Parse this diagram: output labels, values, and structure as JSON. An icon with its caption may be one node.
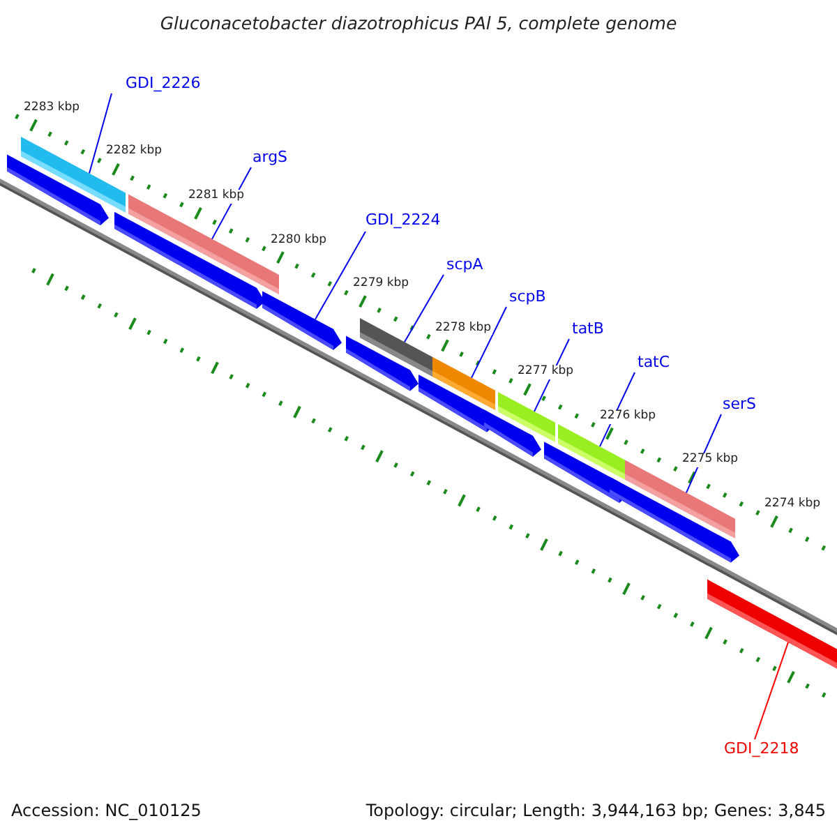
{
  "diagram": {
    "title": "Gluconacetobacter diazotrophicus PAl 5, complete genome",
    "nodes": [
      {
        "text": [
          "GDI_2226"
        ]
      },
      {
        "text": [
          "argS"
        ]
      },
      {
        "text": [
          "GDI_2224"
        ]
      },
      {
        "text": [
          "scpA"
        ]
      },
      {
        "text": [
          "scpB"
        ]
      },
      {
        "text": [
          "tatB"
        ]
      },
      {
        "text": [
          "tatC"
        ]
      },
      {
        "text": [
          "serS"
        ]
      },
      {
        "text": [
          "GDI_2218"
        ]
      },
      {
        "text": [],
        "shape": "bar"
      },
      {
        "text": [],
        "shape": "bar"
      },
      {
        "text": [],
        "shape": "bar"
      },
      {
        "text": [],
        "shape": "bar"
      },
      {
        "text": [],
        "shape": "bar"
      },
      {
        "text": [],
        "shape": "bar"
      },
      {
        "text": [],
        "shape": "bar"
      },
      {
        "text": [],
        "shape": "bar"
      },
      {
        "text": [],
        "shape": "bar"
      },
      {
        "text": [],
        "shape": "bar"
      },
      {
        "text": [],
        "shape": "bar"
      },
      {
        "text": [],
        "shape": "bar"
      },
      {
        "text": [],
        "shape": "bar"
      },
      {
        "text": [],
        "shape": "bar"
      },
      {
        "text": [],
        "shape": "bar"
      },
      {
        "text": [],
        "shape": "bar"
      }
    ],
    "edges": [
      {
        "from": 0,
        "to": 9,
        "arrow": "none"
      },
      {
        "from": 1,
        "to": 10,
        "arrow": "none"
      },
      {
        "from": 2,
        "to": 19,
        "arrow": "none"
      },
      {
        "from": 3,
        "to": 11,
        "arrow": "none"
      },
      {
        "from": 4,
        "to": 12,
        "arrow": "none"
      },
      {
        "from": 5,
        "to": 13,
        "arrow": "none"
      },
      {
        "from": 6,
        "to": 14,
        "arrow": "none"
      },
      {
        "from": 7,
        "to": 15,
        "arrow": "none"
      },
      {
        "from": 8,
        "to": 16,
        "arrow": "none",
        "color": "#ff0000"
      }
    ],
    "labels": [
      "2283 kbp",
      "2282 kbp",
      "2281 kbp",
      "2280 kbp",
      "2279 kbp",
      "2278 kbp",
      "2277 kbp",
      "2276 kbp",
      "2275 kbp",
      "2274 kbp",
      "Accession: NC_010125",
      "Topology: circular; Length: 3,944,163 bp; Genes: 3,845"
    ]
  }
}
